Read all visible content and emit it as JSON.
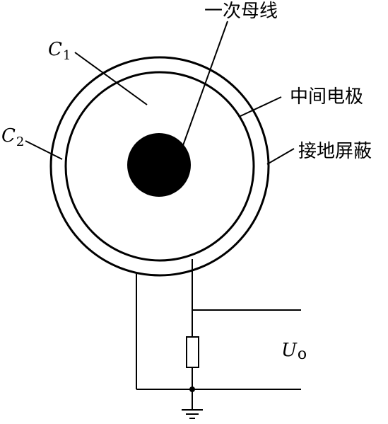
{
  "labels": {
    "busbar": "一次母线",
    "middle_electrode": "中间电极",
    "ground_shield": "接地屏蔽",
    "c1_symbol": "C",
    "c1_sub": "1",
    "c2_symbol": "C",
    "c2_sub": "2",
    "uo_symbol": "U",
    "uo_sub": "o"
  }
}
